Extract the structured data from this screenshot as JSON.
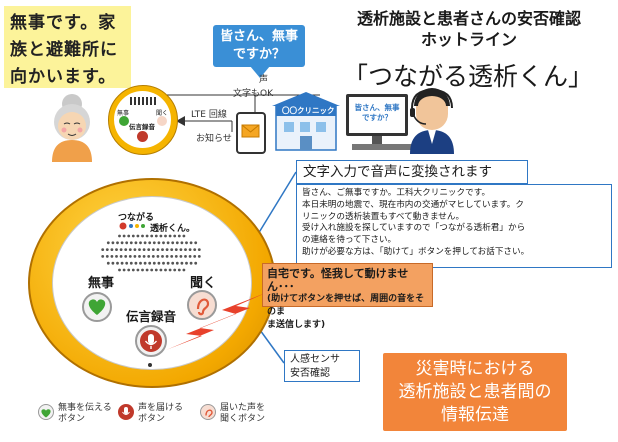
{
  "note": {
    "lines": [
      "無事です。家",
      "族と避難所に",
      "向かいます。"
    ]
  },
  "bubble": {
    "lines": [
      "皆さん、無事",
      "ですか？"
    ]
  },
  "header": {
    "title_lines": [
      "透析施設と患者さんの安否確認",
      "ホットライン"
    ],
    "subtitle": "「つながる透析くん」"
  },
  "flow": {
    "voice": "声",
    "text_ok": "文字もOK",
    "lte": "LTE 回線",
    "notice": "お知らせ",
    "clinic_sign": "〇〇クリニック",
    "screen_lines": [
      "皆さん、無事",
      "ですか？"
    ]
  },
  "small_device": {
    "left_label": "無事",
    "right_label": "聞く",
    "center_label": "伝言録音"
  },
  "callout": {
    "text": "文字入力で音声に変換されます"
  },
  "message": {
    "lines": [
      "皆さん、ご無事ですか。工科大クリニックです。",
      "本日未明の地震で、現在市内の交通がマヒしています。ク",
      "リニックの透析装置もすべて動きません。",
      "受け入れ施設を探していますので「つながる透析君」から",
      "の連絡を待って下さい。",
      "助けが必要な方は、「助けて」ボタンを押してお話下さい。"
    ]
  },
  "device": {
    "brand_top": "つながる",
    "brand_bottom": "透析くん。",
    "safe_label": "無事",
    "listen_label": "聞く",
    "record_label": "伝言録音"
  },
  "orange_box": {
    "title": "自宅です。怪我して動けません･･･",
    "lines": [
      "(助けてボタンを押せば、周囲の音をそのま",
      "ま送信します)"
    ]
  },
  "sensor": {
    "lines": [
      "人感センサ",
      "安否確認"
    ]
  },
  "disaster": {
    "lines": [
      "災害時における",
      "透析施設と患者間の",
      "情報伝達"
    ]
  },
  "legend": {
    "items": [
      {
        "line1": "無事を伝える",
        "line2": "ボタン",
        "icon": "heart-icon",
        "color": "#3fa535"
      },
      {
        "line1": "声を届ける",
        "line2": "ボタン",
        "icon": "mic-icon",
        "color": "#c0392b"
      },
      {
        "line1": "届いた声を",
        "line2": "聞くボタン",
        "icon": "ear-icon",
        "color": "#e05a3a"
      }
    ]
  },
  "colors": {
    "blue": "#2f77c4",
    "orange": "#f2853a",
    "gold": "#f5b400",
    "note_yellow": "#fcf39a",
    "heart_green": "#3fa535",
    "mic_red": "#c0392b"
  }
}
